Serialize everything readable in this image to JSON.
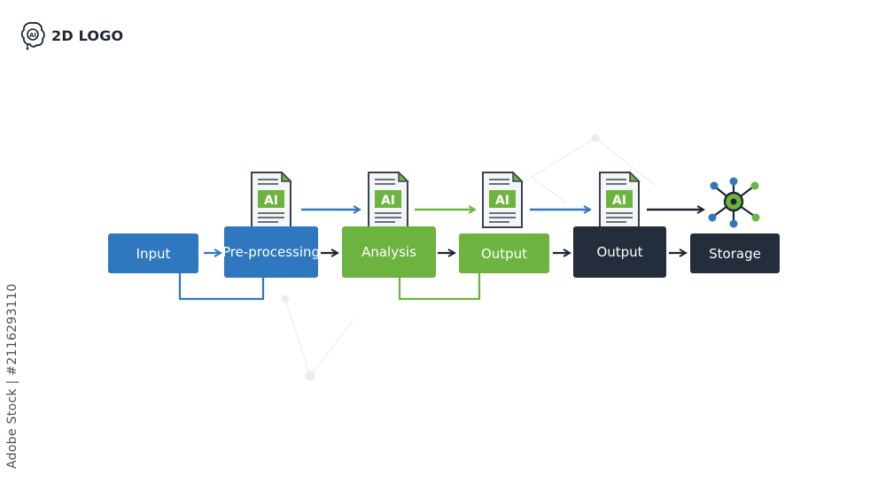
{
  "logo": {
    "text": "2D LOGO",
    "icon": "brain-ai-icon",
    "icon_text": "AI"
  },
  "credit": "Adobe Stock | #2116293110",
  "colors": {
    "blue": "#2f77bf",
    "green": "#6cb33f",
    "dark": "#232d3b",
    "arrow": "#1d2633"
  },
  "documents": [
    {
      "label": "AI"
    },
    {
      "label": "AI"
    },
    {
      "label": "AI"
    },
    {
      "label": "AI"
    }
  ],
  "stages": [
    {
      "label": "Input"
    },
    {
      "label": "Pre-processing"
    },
    {
      "label": "Analysis"
    },
    {
      "label": "Output"
    },
    {
      "label": "Output"
    },
    {
      "label": "Storage"
    }
  ],
  "storage_icon": "network-hub-icon"
}
